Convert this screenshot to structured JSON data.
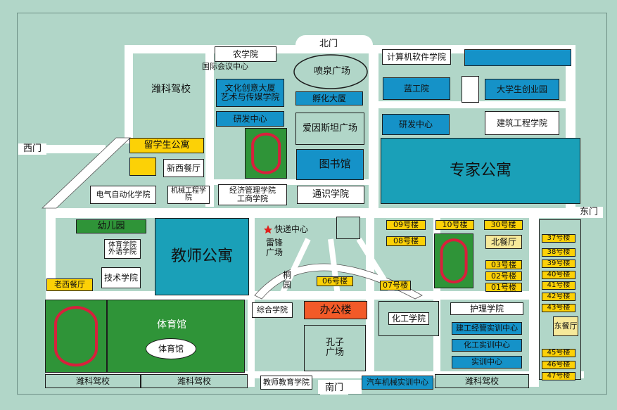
{
  "gates": {
    "north": "北门",
    "south": "南门",
    "east": "东门",
    "west": "西门"
  },
  "labels": {
    "nong": "农学院",
    "conference": "国际会议中心",
    "driving_nw": "潍科驾校",
    "fountain": "喷泉广场",
    "computer": "计算机软件学院",
    "culture": "文化创意大厦\n艺术与传媒学院",
    "incubator": "孵化大厦",
    "lanong": "蓝工院",
    "startup": "大学生创业园",
    "rnd_left": "研发中心",
    "einstein": "爱因斯坦广场",
    "rnd_right": "研发中心",
    "architecture": "建筑工程学院",
    "intl_apt": "留学生公寓",
    "west_canteen": "新西餐厅",
    "library": "图书馆",
    "expert_apt": "专家公寓",
    "electrical": "电气自动化学院",
    "mechanical": "机械工程学院",
    "economics": "经济管理学院\n工商学院",
    "general": "通识学院",
    "kindergarten": "幼儿园",
    "sport_foreign": "体育学院\n外语学院",
    "teacher_apt": "教师公寓",
    "express": "快递中心",
    "leifeng": "雷锋\n广场",
    "tongyuan": "桐\n园",
    "b09": "09号楼",
    "b10": "10号楼",
    "b30": "30号楼",
    "b08": "08号楼",
    "north_canteen": "北餐厅",
    "b03": "03号楼",
    "b02": "02号楼",
    "b01": "01号楼",
    "tech": "技术学院",
    "old_canteen": "老西餐厅",
    "b06": "06号楼",
    "b07": "07号楼",
    "comprehensive": "综合学院",
    "office": "办公楼",
    "chem": "化工学院",
    "nursing": "护理学院",
    "gym": "体育馆",
    "gym2": "体育馆",
    "confucius": "孔子\n广场",
    "build_lab": "建工经管实训中心",
    "chem_lab": "化工实训中心",
    "training": "实训中心",
    "b37": "37号楼",
    "b38": "38号楼",
    "b39": "39号楼",
    "b40": "40号楼",
    "b41": "41号楼",
    "b42": "42号楼",
    "b43": "43号楼",
    "east_canteen": "东餐厅",
    "b45": "45号楼",
    "b46": "46号楼",
    "b47": "47号楼",
    "driving_s1": "潍科驾校",
    "driving_s2": "潍科驾校",
    "teacher_edu": "教师教育学院",
    "auto_lab": "汽车机械实训中心",
    "driving_s3": "潍科驾校"
  },
  "colors": {
    "background": "#b1d6c8",
    "blue": "#1592c8",
    "teal": "#1aa0b8",
    "green": "#2f9438",
    "yellow": "#fcd106",
    "star": "#e0201c"
  },
  "icons": [
    "star-icon"
  ]
}
